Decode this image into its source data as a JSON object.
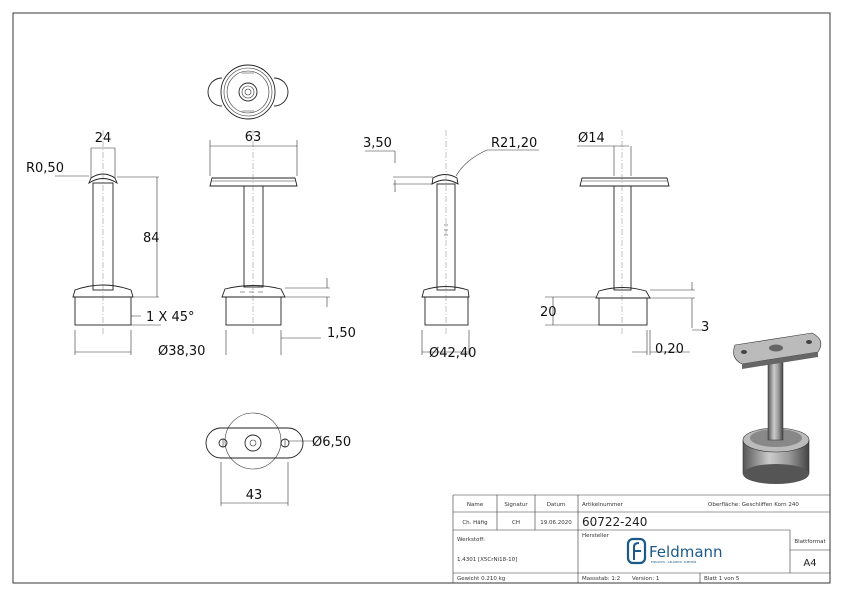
{
  "dimensions": {
    "width_24": "24",
    "radius_r050": "R0,50",
    "height_84": "84",
    "chamfer": "1 X 45°",
    "dia_3830": "Ø38,30",
    "width_63": "63",
    "thick_150": "1,50",
    "thick_350": "3,50",
    "radius_r2120": "R21,20",
    "dia_4240": "Ø42,40",
    "dia_14": "Ø14",
    "height_20": "20",
    "height_3": "3",
    "gap_020": "0,20",
    "dia_650": "Ø6,50",
    "width_43": "43"
  },
  "title_block": {
    "name_label": "Name",
    "signature_label": "Signatur",
    "date_label": "Datum",
    "name": "Ch. Häfig",
    "signature": "CH",
    "date": "19.06.2020",
    "article_label": "Artikelnummer",
    "article_number": "60722-240",
    "surface": "Oberfläche:  Geschliffen Korn 240",
    "material_label": "Werkstoff:",
    "material": "1.4301 [X5CrNi18-10]",
    "manufacturer_label": "Hersteller",
    "logo_text": "Feldmann",
    "logo_tagline": "EDELSTAHL · GELÄNDER · ZUBEHÖR",
    "format_label": "Blattformat",
    "format": "A4",
    "weight": "Gewicht 0.210 kg",
    "scale": "Massstab: 1:2",
    "version": "Version: 1",
    "sheet": "Blatt 1 von 5"
  },
  "colors": {
    "logo": "#1a5a8a",
    "lines": "#222222"
  }
}
